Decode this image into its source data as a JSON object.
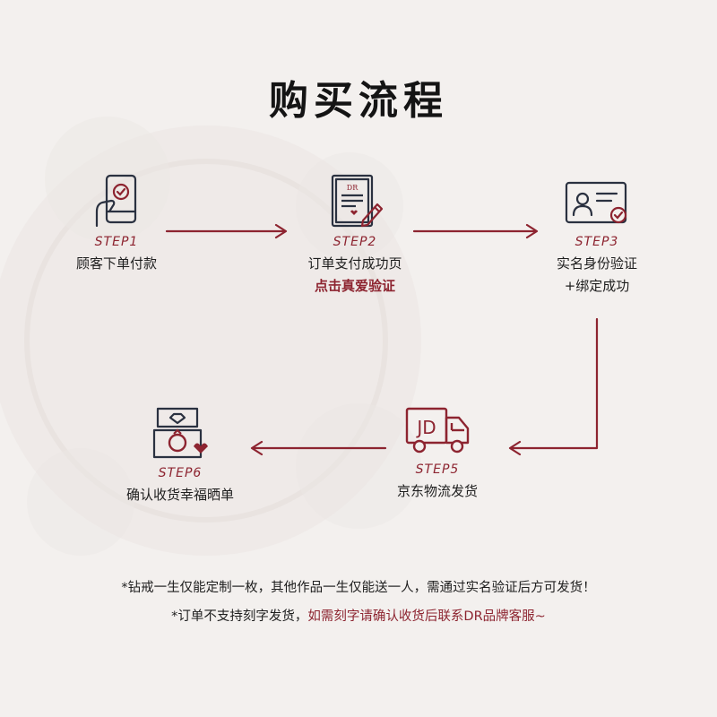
{
  "title": "购买流程",
  "steps": [
    {
      "label": "STEP1",
      "desc": "顾客下单付款",
      "icon": "phone-check-icon"
    },
    {
      "label": "STEP2",
      "desc": "订单支付成功页",
      "desc_highlight": "点击真爱验证",
      "icon": "certificate-pen-icon"
    },
    {
      "label": "STEP3",
      "desc_lines": [
        "实名身份验证",
        "+绑定成功"
      ],
      "icon": "id-card-check-icon"
    },
    {
      "label": "STEP5",
      "desc": "京东物流发货",
      "icon": "jd-truck-icon",
      "truck_text": "JD"
    },
    {
      "label": "STEP6",
      "desc": "确认收货幸福晒单",
      "icon": "ring-box-heart-icon"
    }
  ],
  "notes": {
    "line1": "*钻戒一生仅能定制一枚，其他作品一生仅能送一人，需通过实名验证后方可发货！",
    "line2_prefix": "*订单不支持刻字发货，",
    "line2_highlight": "如需刻字请确认收货后联系DR品牌客服~"
  },
  "colors": {
    "accent": "#8d2430",
    "icon_dark": "#2a3140",
    "background": "#f3f0ee"
  }
}
